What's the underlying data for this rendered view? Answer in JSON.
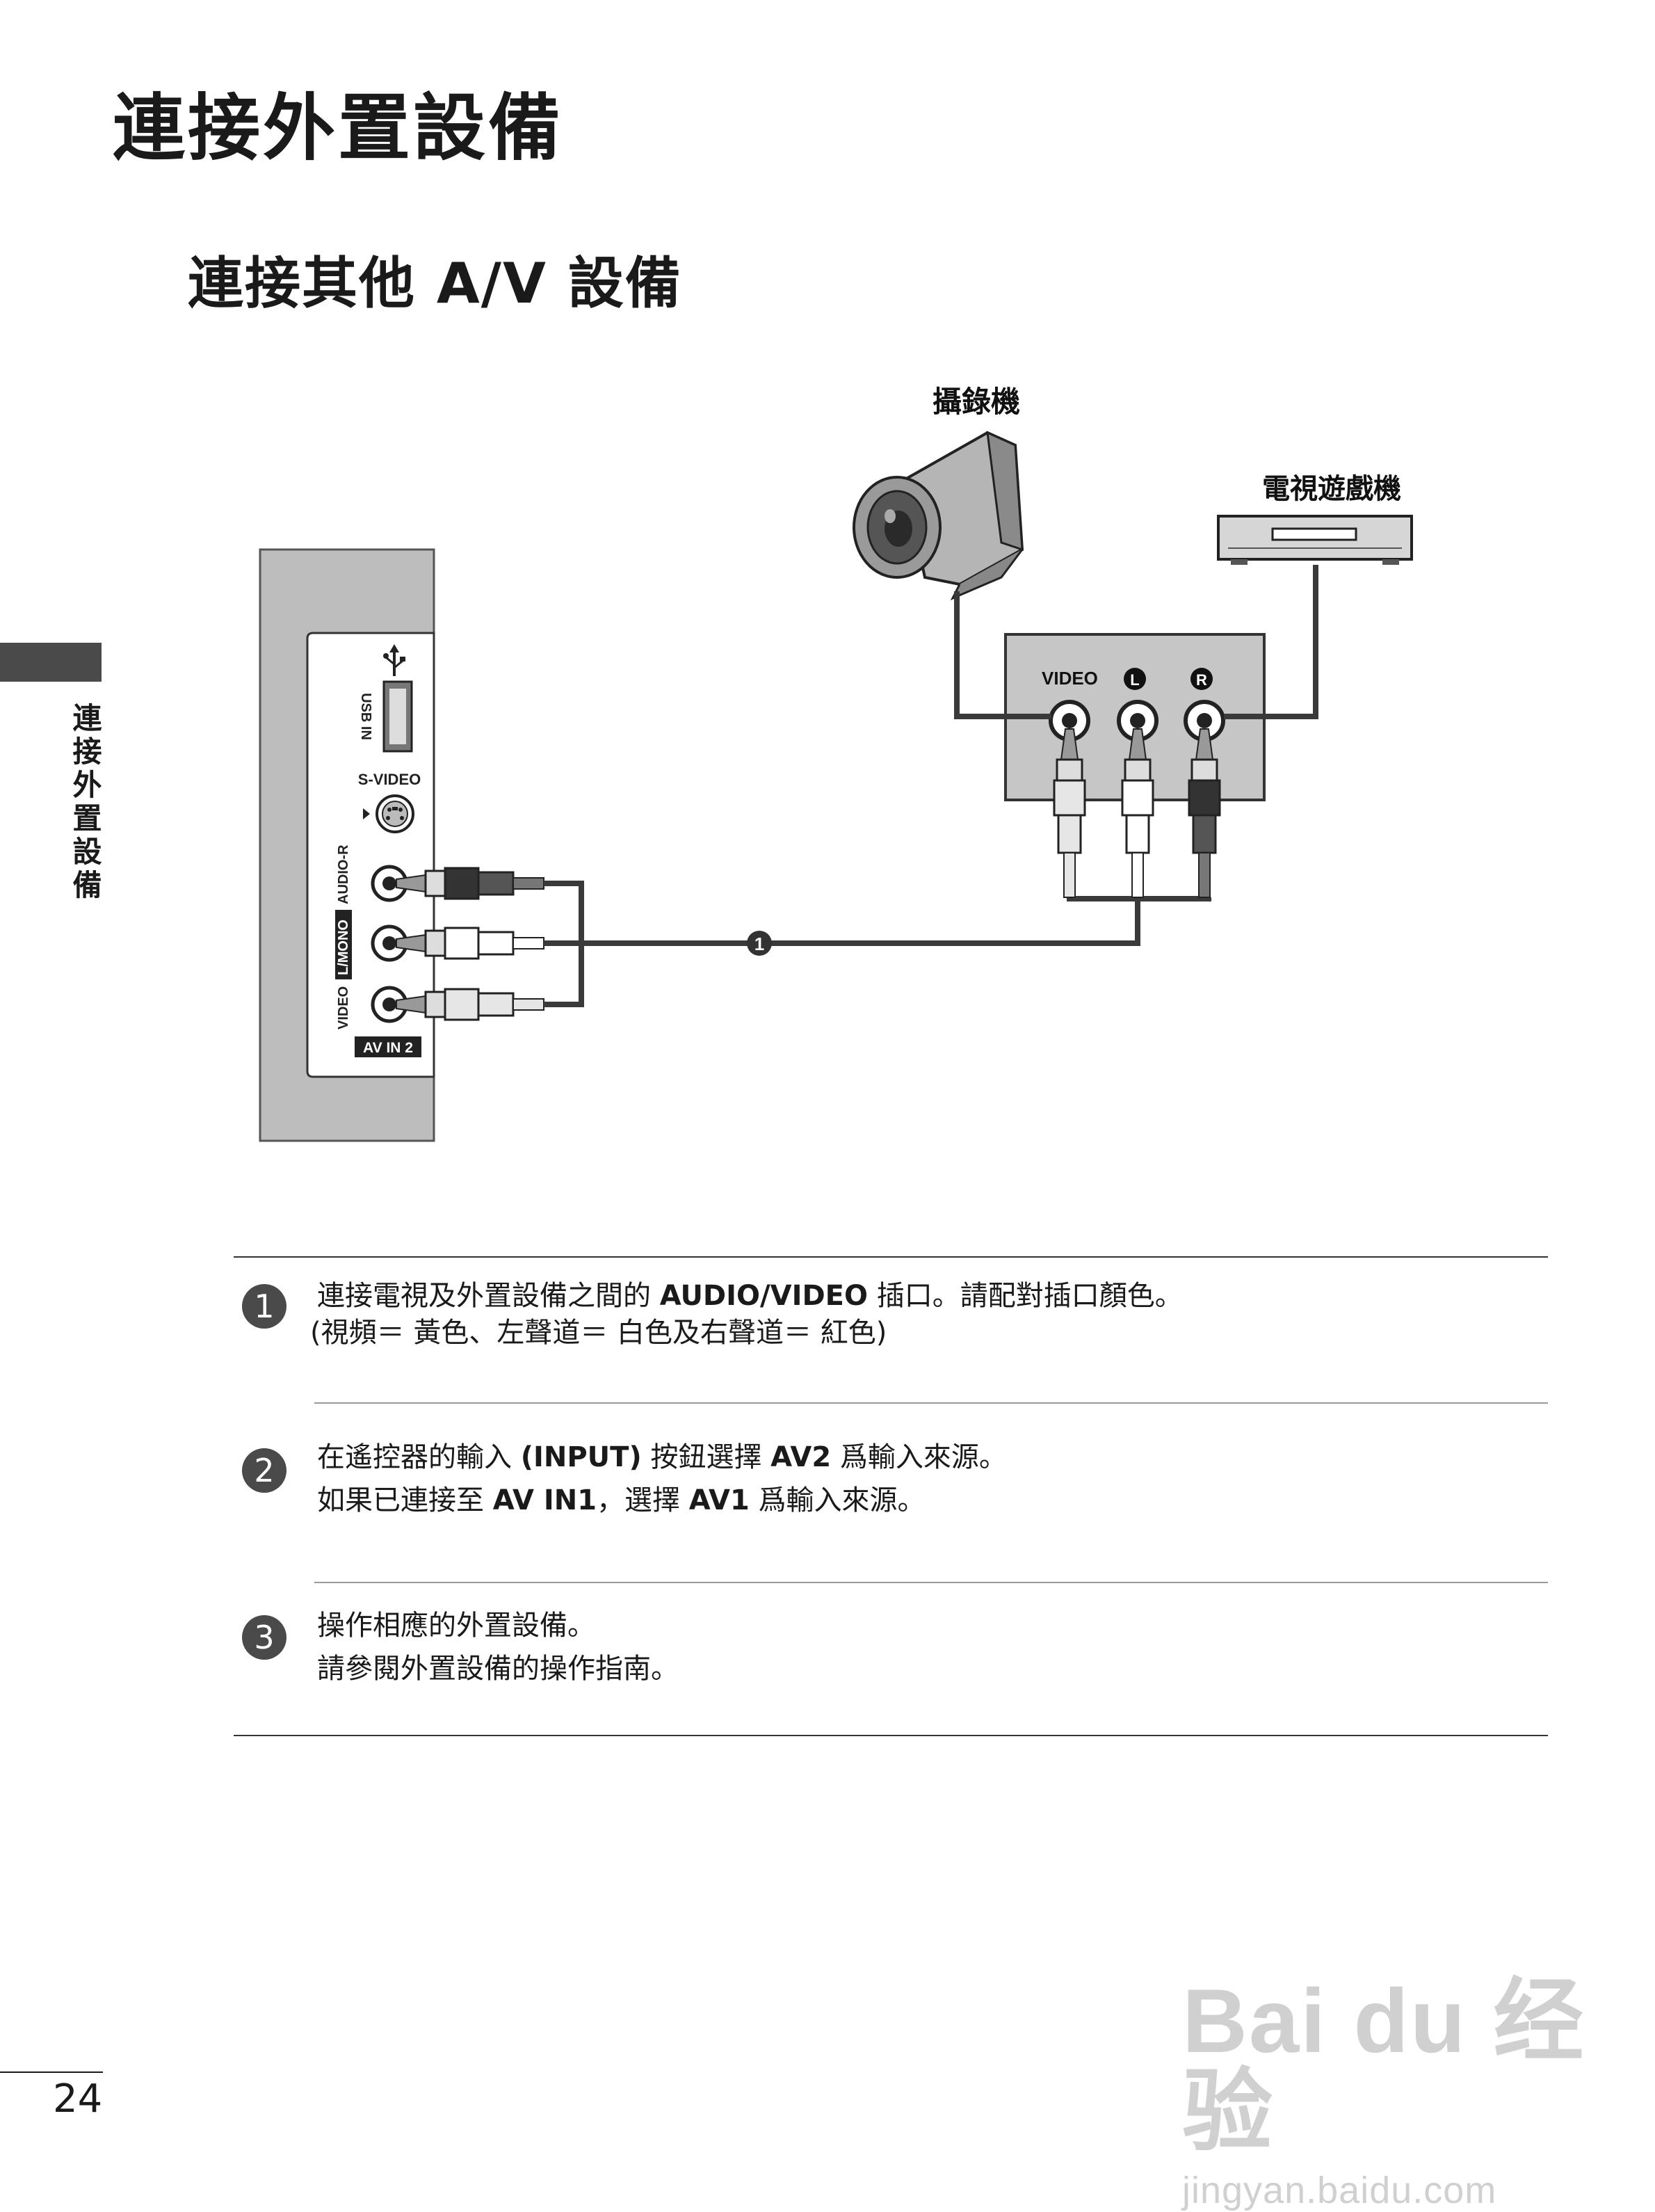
{
  "page": {
    "title": "連接外置設備",
    "section_title": "連接其他 A/V 設備",
    "side_label": "連接外置設備",
    "page_number": "24"
  },
  "diagram": {
    "camcorder_label": "攝錄機",
    "game_console_label": "電視遊戲機",
    "device_panel": {
      "video_label": "VIDEO",
      "l_badge": "L",
      "r_badge": "R"
    },
    "tv_panel": {
      "usb_label": "USB IN",
      "svideo_label": "S-VIDEO",
      "audio_label": "AUDIO-R",
      "mono_label": "L/MONO",
      "video_label": "VIDEO",
      "av_in_label": "AV IN 2"
    },
    "cable_marker": "1"
  },
  "steps": [
    {
      "number": "1",
      "line1": {
        "pre": "連接電視及外置設備之間的 ",
        "bold": "AUDIO/VIDEO",
        "post": " 插口。請配對插口顏色。"
      },
      "line2": "(視頻＝ 黃色、左聲道＝ 白色及右聲道＝ 紅色)"
    },
    {
      "number": "2",
      "line1": {
        "pre": "在遙控器的輸入 ",
        "bold": "(INPUT)",
        "mid": " 按鈕選擇 ",
        "bold2": "AV2",
        "post": " 爲輸入來源。"
      },
      "line2": {
        "pre": "如果已連接至 ",
        "bold": "AV IN1",
        "mid": "，選擇 ",
        "bold2": "AV1",
        "post": " 爲輸入來源。"
      }
    },
    {
      "number": "3",
      "line1": "操作相應的外置設備。",
      "line2": "請參閱外置設備的操作指南。"
    }
  ],
  "watermark": {
    "main": "Bai du 经验",
    "sub": "jingyan.baidu.com"
  }
}
